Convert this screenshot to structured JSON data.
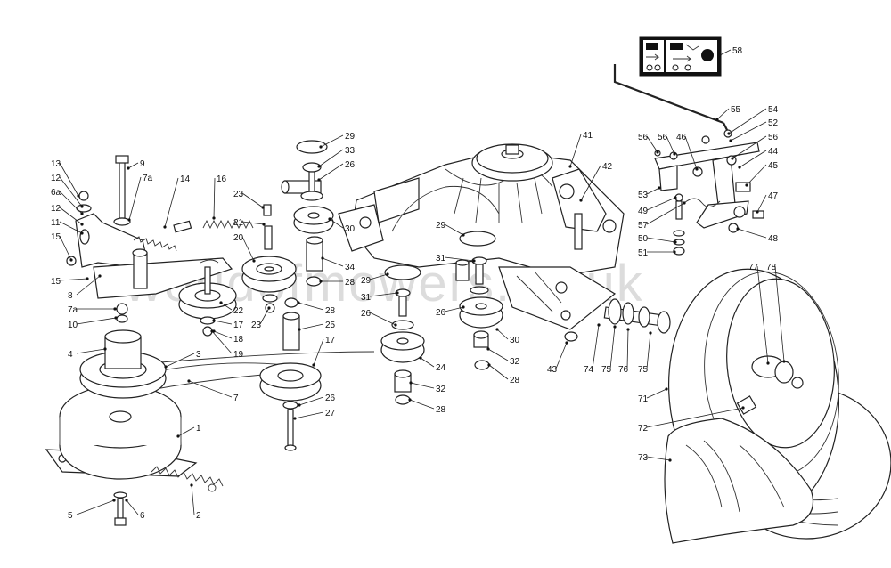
{
  "watermark": "worldofmowers.co.uk",
  "callouts": [
    {
      "id": "c58",
      "label": "58"
    },
    {
      "id": "c55",
      "label": "55"
    },
    {
      "id": "c54",
      "label": "54"
    },
    {
      "id": "c52",
      "label": "52"
    },
    {
      "id": "c56a",
      "label": "56"
    },
    {
      "id": "c56b",
      "label": "56"
    },
    {
      "id": "c46",
      "label": "46"
    },
    {
      "id": "c56c",
      "label": "56"
    },
    {
      "id": "c44",
      "label": "44"
    },
    {
      "id": "c45",
      "label": "45"
    },
    {
      "id": "c47",
      "label": "47"
    },
    {
      "id": "c48",
      "label": "48"
    },
    {
      "id": "c53",
      "label": "53"
    },
    {
      "id": "c49",
      "label": "49"
    },
    {
      "id": "c57",
      "label": "57"
    },
    {
      "id": "c50",
      "label": "50"
    },
    {
      "id": "c51",
      "label": "51"
    },
    {
      "id": "c41",
      "label": "41"
    },
    {
      "id": "c42",
      "label": "42"
    },
    {
      "id": "c29a",
      "label": "29"
    },
    {
      "id": "c33",
      "label": "33"
    },
    {
      "id": "c26a",
      "label": "26"
    },
    {
      "id": "c30a",
      "label": "30"
    },
    {
      "id": "c34",
      "label": "34"
    },
    {
      "id": "c28a",
      "label": "28"
    },
    {
      "id": "c29b",
      "label": "29"
    },
    {
      "id": "c31a",
      "label": "31"
    },
    {
      "id": "c29c",
      "label": "29"
    },
    {
      "id": "c31b",
      "label": "31"
    },
    {
      "id": "c26b",
      "label": "26"
    },
    {
      "id": "c26c",
      "label": "26"
    },
    {
      "id": "c30b",
      "label": "30"
    },
    {
      "id": "c32a",
      "label": "32"
    },
    {
      "id": "c28b",
      "label": "28"
    },
    {
      "id": "c24",
      "label": "24"
    },
    {
      "id": "c32b",
      "label": "32"
    },
    {
      "id": "c28c",
      "label": "28"
    },
    {
      "id": "c43",
      "label": "43"
    },
    {
      "id": "c74",
      "label": "74"
    },
    {
      "id": "c75a",
      "label": "75"
    },
    {
      "id": "c76",
      "label": "76"
    },
    {
      "id": "c75b",
      "label": "75"
    },
    {
      "id": "c77",
      "label": "77"
    },
    {
      "id": "c78",
      "label": "78"
    },
    {
      "id": "c71",
      "label": "71"
    },
    {
      "id": "c72",
      "label": "72"
    },
    {
      "id": "c73",
      "label": "73"
    },
    {
      "id": "c13",
      "label": "13"
    },
    {
      "id": "c12a",
      "label": "12"
    },
    {
      "id": "c6a",
      "label": "6a"
    },
    {
      "id": "c12b",
      "label": "12"
    },
    {
      "id": "c11",
      "label": "11"
    },
    {
      "id": "c15a",
      "label": "15"
    },
    {
      "id": "c15b",
      "label": "15"
    },
    {
      "id": "c9",
      "label": "9"
    },
    {
      "id": "c7a1",
      "label": "7a"
    },
    {
      "id": "c14",
      "label": "14"
    },
    {
      "id": "c16",
      "label": "16"
    },
    {
      "id": "c23a",
      "label": "23"
    },
    {
      "id": "c21",
      "label": "21"
    },
    {
      "id": "c20",
      "label": "20"
    },
    {
      "id": "c8",
      "label": "8"
    },
    {
      "id": "c7a2",
      "label": "7a"
    },
    {
      "id": "c10",
      "label": "10"
    },
    {
      "id": "c22",
      "label": "22"
    },
    {
      "id": "c17a",
      "label": "17"
    },
    {
      "id": "c18",
      "label": "18"
    },
    {
      "id": "c19",
      "label": "19"
    },
    {
      "id": "c23b",
      "label": "23"
    },
    {
      "id": "c28d",
      "label": "28"
    },
    {
      "id": "c25",
      "label": "25"
    },
    {
      "id": "c17b",
      "label": "17"
    },
    {
      "id": "c4",
      "label": "4"
    },
    {
      "id": "c3",
      "label": "3"
    },
    {
      "id": "c7",
      "label": "7"
    },
    {
      "id": "c26d",
      "label": "26"
    },
    {
      "id": "c27",
      "label": "27"
    },
    {
      "id": "c1",
      "label": "1"
    },
    {
      "id": "c5",
      "label": "5"
    },
    {
      "id": "c6",
      "label": "6"
    },
    {
      "id": "c2",
      "label": "2"
    }
  ]
}
